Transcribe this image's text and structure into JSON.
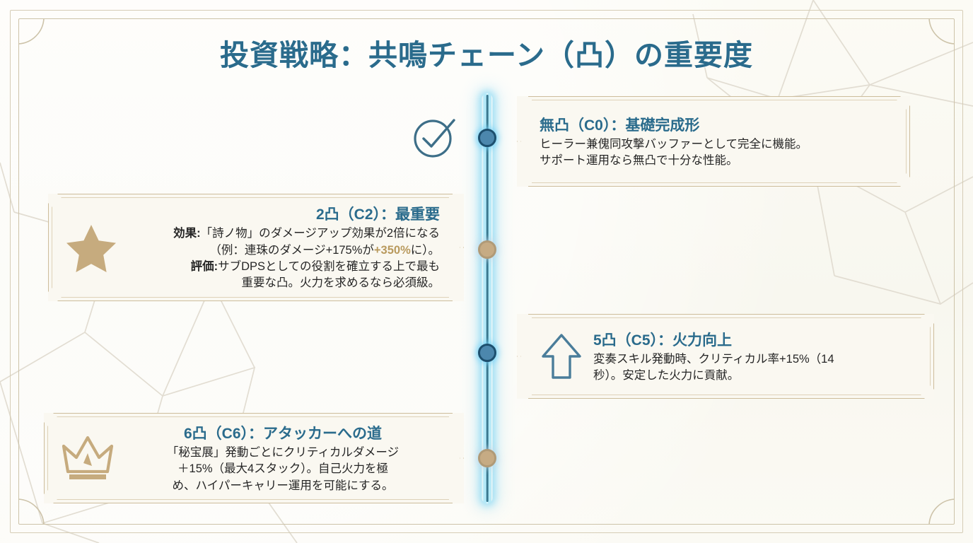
{
  "page": {
    "title": "投資戦略：共鳴チェーン（凸）の重要度",
    "background_color": "#fbfaf4",
    "frame_color": "#d6cdb6",
    "heading_color": "#2a6b8c",
    "accent_gold": "#b99a5e",
    "timeline_glow_color": "#78d7f5",
    "timeline_core_color": "#2c6e86"
  },
  "timeline": {
    "nodes": [
      {
        "id": "node-c0",
        "color": "blue"
      },
      {
        "id": "node-c2",
        "color": "tan"
      },
      {
        "id": "node-c5",
        "color": "blue"
      },
      {
        "id": "node-c6",
        "color": "tan"
      }
    ]
  },
  "cards": [
    {
      "id": "c0",
      "side": "right",
      "icon": "check-circle-icon",
      "icon_color": "#3d6e88",
      "heading": "無凸（C0）：基礎完成形",
      "lines": [
        "ヒーラー兼傀同攻撃バッファーとして完全に機能。",
        "サポート運用なら無凸で十分な性能。"
      ]
    },
    {
      "id": "c2",
      "side": "left",
      "icon": "star-icon",
      "icon_color": "#c6ab7e",
      "heading": "2凸（C2）：最重要",
      "rich_lines": [
        {
          "label": "効果:",
          "text": "「詩ノ物」のダメージアップ効果が2倍になる"
        },
        {
          "text": "（例：連珠のダメージ+175%が",
          "highlight": "+350%",
          "after": "に）。"
        },
        {
          "label": "評価:",
          "text": "サブDPSとしての役割を確立する上で最も"
        },
        {
          "text": "重要な凸。火力を求めるなら必須級。"
        }
      ]
    },
    {
      "id": "c5",
      "side": "right",
      "icon": "arrow-up-icon",
      "icon_color": "#4a7d9a",
      "heading": "5凸（C5）：火力向上",
      "lines": [
        "変奏スキル発動時、クリティカル率+15%（14",
        "秒）。安定した火力に貢献。"
      ]
    },
    {
      "id": "c6",
      "side": "left",
      "icon": "crown-icon",
      "icon_color": "#c6ab7e",
      "heading": "6凸（C6）：アタッカーへの道",
      "lines": [
        "「秘宝展」発動ごとにクリティカルダメージ",
        "＋15%（最大4スタック）。自己火力を極",
        "め、ハイパーキャリー運用を可能にする。"
      ]
    }
  ]
}
